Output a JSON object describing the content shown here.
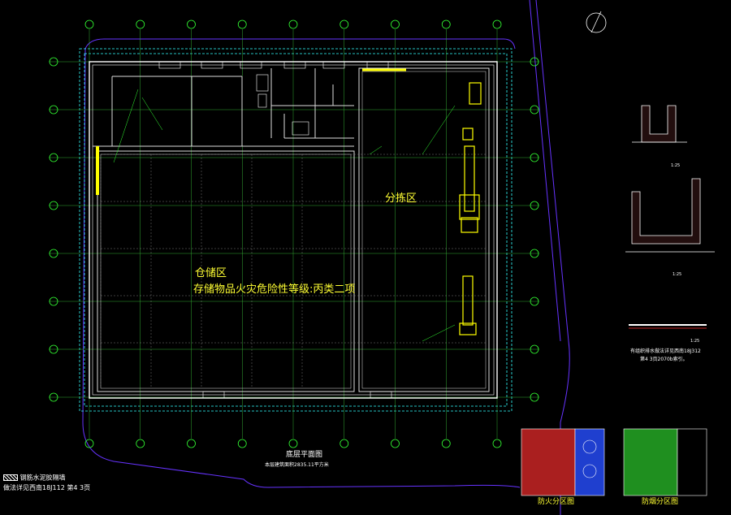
{
  "zones": {
    "storage": "仓储区",
    "storage_note": "存储物品火灾危险性等级:丙类二项",
    "sorting": "分拣区"
  },
  "plan_title": "底层平面图",
  "plan_subtitle": "本层建筑面积2835.11平方米",
  "notes": {
    "line1": "钢筋水泥胶隔墙",
    "line2": "做法详见西南18J112 第4 3页"
  },
  "details": {
    "detail1_scale": "1:25",
    "detail2_scale": "1:25",
    "detail3_scale": "1:25",
    "detail3_note1": "有组织排水做法详见西南18J312",
    "detail3_note2": "第4 3页2070b索引。"
  },
  "legend": {
    "fire_zone": "防火分区图",
    "smoke_zone": "防烟分区图"
  },
  "colors": {
    "background": "#000000",
    "wall": "#ffffff",
    "grid": "#33cc33",
    "axis_circle": "#33ff33",
    "dimension": "#33ffff",
    "border": "#6633ff",
    "highlight": "#ffff00",
    "fire_red": "#cc2222",
    "fire_blue": "#1f3fcf",
    "smoke_green": "#22aa22"
  }
}
